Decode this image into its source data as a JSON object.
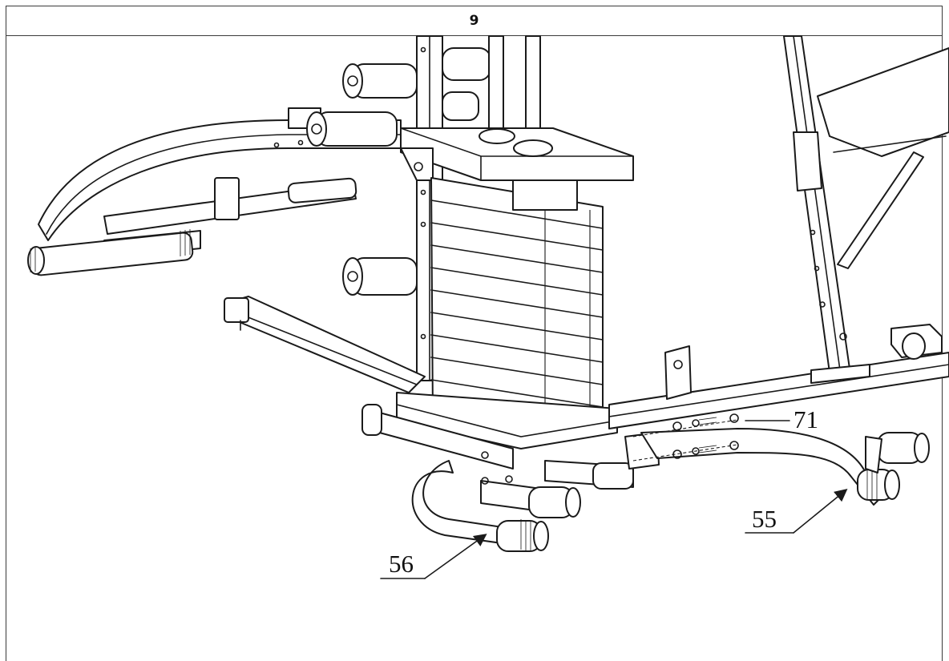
{
  "step": {
    "number": "9"
  },
  "figure": {
    "callouts": [
      {
        "id": "callout-71",
        "label": "71"
      },
      {
        "id": "callout-55",
        "label": "55"
      },
      {
        "id": "callout-56",
        "label": "56"
      }
    ]
  }
}
